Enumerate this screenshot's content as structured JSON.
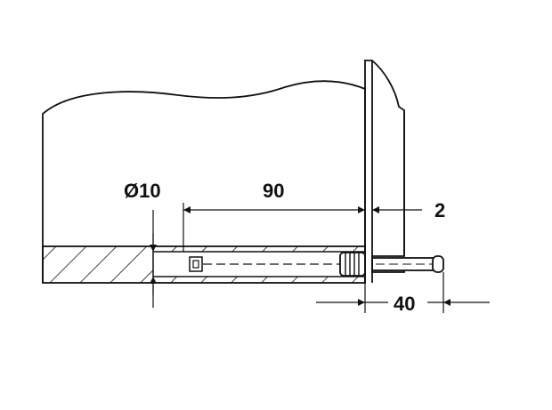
{
  "diagram": {
    "dimensions": {
      "hole_diameter": "Ø10",
      "hole_depth": "90",
      "door_gap": "2",
      "projection": "40"
    },
    "colors": {
      "line": "#111111",
      "background": "#ffffff"
    }
  }
}
